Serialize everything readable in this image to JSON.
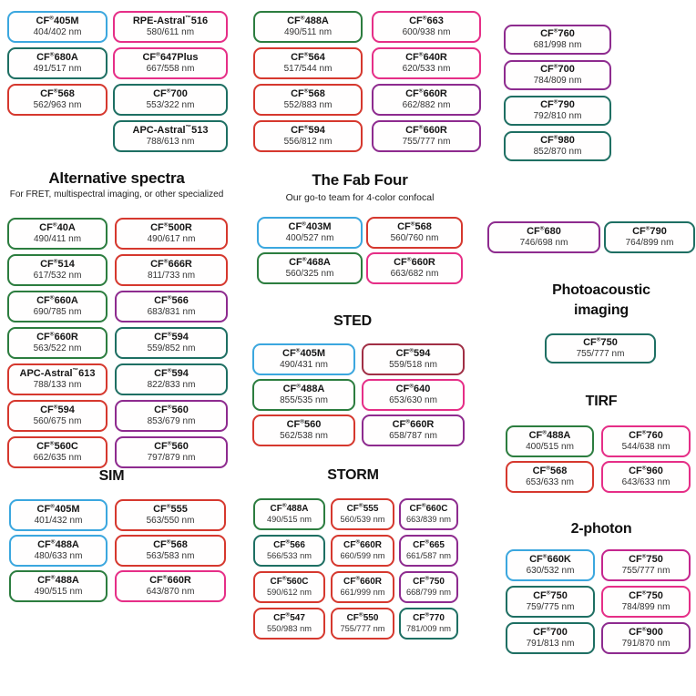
{
  "palette": {
    "blue": "#3BA7DF",
    "green": "#2C7D3F",
    "teal": "#1E6F63",
    "red": "#D6382E",
    "pink": "#E62E87",
    "magenta": "#C5268E",
    "purple": "#8E2B8F",
    "maroon": "#A12F45"
  },
  "headings": {
    "alt": {
      "title": "Alternative spectra",
      "subtitle": "For FRET, multispectral imaging, or other specialized"
    },
    "fab": {
      "title": "The Fab Four",
      "subtitle": "Our go-to team for 4-color confocal"
    },
    "photoacoustic": {
      "title_line1": "Photoacoustic",
      "title_line2": "imaging"
    },
    "sted": {
      "title": "STED"
    },
    "sim": {
      "title": "SIM"
    },
    "storm": {
      "title": "STORM"
    },
    "tirf": {
      "title": "TIRF"
    },
    "twophoton": {
      "title": "2-photon"
    }
  },
  "groups": {
    "top_col_a": [
      {
        "name": "CF®405M",
        "value": "404/402 nm",
        "color": "blue"
      },
      {
        "name": "CF®680A",
        "value": "491/517 nm",
        "color": "teal"
      },
      {
        "name": "CF®568",
        "value": "562/963 nm",
        "color": "red"
      }
    ],
    "top_col_b": [
      {
        "name": "RPE-Astral™516",
        "value": "580/611 nm",
        "color": "pink"
      },
      {
        "name": "CF®647Plus",
        "value": "667/558 nm",
        "color": "pink"
      },
      {
        "name": "CF®700",
        "value": "553/322 nm",
        "color": "teal"
      },
      {
        "name": "APC-Astral™513",
        "value": "788/613 nm",
        "color": "teal"
      }
    ],
    "top_col_c": [
      {
        "name": "CF®488A",
        "value": "490/511 nm",
        "color": "green"
      },
      {
        "name": "CF®564",
        "value": "517/544 nm",
        "color": "red"
      },
      {
        "name": "CF®568",
        "value": "552/883 nm",
        "color": "red"
      },
      {
        "name": "CF®594",
        "value": "556/812 nm",
        "color": "red"
      }
    ],
    "top_col_d": [
      {
        "name": "CF®663",
        "value": "600/938 nm",
        "color": "pink"
      },
      {
        "name": "CF®640R",
        "value": "620/533 nm",
        "color": "pink"
      },
      {
        "name": "CF®660R",
        "value": "662/882 nm",
        "color": "purple"
      },
      {
        "name": "CF®660R",
        "value": "755/777 nm",
        "color": "purple"
      }
    ],
    "top_col_e": [
      {
        "name": "CF®760",
        "value": "681/998 nm",
        "color": "purple"
      },
      {
        "name": "CF®700",
        "value": "784/809 nm",
        "color": "purple"
      },
      {
        "name": "CF®790",
        "value": "792/810 nm",
        "color": "teal"
      },
      {
        "name": "CF®980",
        "value": "852/870 nm",
        "color": "teal"
      }
    ],
    "alt_col_1": [
      {
        "name": "CF®40A",
        "value": "490/411 nm",
        "color": "green"
      },
      {
        "name": "CF®514",
        "value": "617/532 nm",
        "color": "green"
      },
      {
        "name": "CF®660A",
        "value": "690/785 nm",
        "color": "green"
      },
      {
        "name": "CF®660R",
        "value": "563/522 nm",
        "color": "green"
      },
      {
        "name": "APC-Astral™613",
        "value": "788/133 nm",
        "color": "red"
      },
      {
        "name": "CF®594",
        "value": "560/675 nm",
        "color": "red"
      },
      {
        "name": "CF®560C",
        "value": "662/635 nm",
        "color": "red"
      }
    ],
    "alt_col_2": [
      {
        "name": "CF®500R",
        "value": "490/617 nm",
        "color": "red"
      },
      {
        "name": "CF®666R",
        "value": "811/733 nm",
        "color": "red"
      },
      {
        "name": "CF®566",
        "value": "683/831 nm",
        "color": "purple"
      },
      {
        "name": "CF®594",
        "value": "559/852 nm",
        "color": "teal"
      },
      {
        "name": "CF®594",
        "value": "822/833 nm",
        "color": "teal"
      },
      {
        "name": "CF®560",
        "value": "853/679 nm",
        "color": "purple"
      },
      {
        "name": "CF®560",
        "value": "797/879 nm",
        "color": "purple"
      }
    ],
    "fab_col_1": [
      {
        "name": "CF®403M",
        "value": "400/527 nm",
        "color": "blue"
      },
      {
        "name": "CF®468A",
        "value": "560/325 nm",
        "color": "green"
      }
    ],
    "fab_col_2": [
      {
        "name": "CF®568",
        "value": "560/760 nm",
        "color": "red"
      },
      {
        "name": "CF®660R",
        "value": "663/682 nm",
        "color": "pink"
      }
    ],
    "pair_1": [
      {
        "name": "CF®680",
        "value": "746/698 nm",
        "color": "purple"
      }
    ],
    "pair_2": [
      {
        "name": "CF®790",
        "value": "764/899 nm",
        "color": "teal"
      }
    ],
    "pa_box": [
      {
        "name": "CF®750",
        "value": "755/777 nm",
        "color": "teal"
      }
    ],
    "sted_col_1": [
      {
        "name": "CF®405M",
        "value": "490/431 nm",
        "color": "blue"
      },
      {
        "name": "CF®488A",
        "value": "855/535 nm",
        "color": "green"
      },
      {
        "name": "CF®560",
        "value": "562/538 nm",
        "color": "red"
      }
    ],
    "sted_col_2": [
      {
        "name": "CF®594",
        "value": "559/518 nm",
        "color": "maroon"
      },
      {
        "name": "CF®640",
        "value": "653/630 nm",
        "color": "pink"
      },
      {
        "name": "CF®660R",
        "value": "658/787 nm",
        "color": "purple"
      }
    ],
    "sim_col_1": [
      {
        "name": "CF®405M",
        "value": "401/432 nm",
        "color": "blue"
      },
      {
        "name": "CF®488A",
        "value": "480/633 nm",
        "color": "blue"
      },
      {
        "name": "CF®488A",
        "value": "490/515 nm",
        "color": "green"
      }
    ],
    "sim_col_2": [
      {
        "name": "CF®555",
        "value": "563/550 nm",
        "color": "red"
      },
      {
        "name": "CF®568",
        "value": "563/583 nm",
        "color": "red"
      },
      {
        "name": "CF®660R",
        "value": "643/870 nm",
        "color": "pink"
      }
    ],
    "storm_col_1": [
      {
        "name": "CF®488A",
        "value": "490/515 nm",
        "color": "green"
      },
      {
        "name": "CF®566",
        "value": "566/533 nm",
        "color": "teal"
      },
      {
        "name": "CF®560C",
        "value": "590/612 nm",
        "color": "red"
      },
      {
        "name": "CF®547",
        "value": "550/983 nm",
        "color": "red"
      }
    ],
    "storm_col_2": [
      {
        "name": "CF®555",
        "value": "560/539 nm",
        "color": "red"
      },
      {
        "name": "CF®660R",
        "value": "660/599 nm",
        "color": "red"
      },
      {
        "name": "CF®660R",
        "value": "661/999 nm",
        "color": "red"
      },
      {
        "name": "CF®550",
        "value": "755/777 nm",
        "color": "red"
      }
    ],
    "storm_col_3": [
      {
        "name": "CF®660C",
        "value": "663/839 nm",
        "color": "purple"
      },
      {
        "name": "CF®665",
        "value": "661/587 nm",
        "color": "purple"
      },
      {
        "name": "CF®750",
        "value": "668/799 nm",
        "color": "purple"
      },
      {
        "name": "CF®770",
        "value": "781/009 nm",
        "color": "teal"
      }
    ],
    "tirf_col_1": [
      {
        "name": "CF®488A",
        "value": "400/515 nm",
        "color": "green"
      },
      {
        "name": "CF®568",
        "value": "653/633 nm",
        "color": "red"
      }
    ],
    "tirf_col_2": [
      {
        "name": "CF®760",
        "value": "544/638 nm",
        "color": "pink"
      },
      {
        "name": "CF®960",
        "value": "643/633 nm",
        "color": "pink"
      }
    ],
    "tp_col_1": [
      {
        "name": "CF®660K",
        "value": "630/532 nm",
        "color": "blue"
      },
      {
        "name": "CF®750",
        "value": "759/775 nm",
        "color": "teal"
      },
      {
        "name": "CF®700",
        "value": "791/813 nm",
        "color": "teal"
      }
    ],
    "tp_col_2": [
      {
        "name": "CF®750",
        "value": "755/777 nm",
        "color": "magenta"
      },
      {
        "name": "CF®750",
        "value": "784/899 nm",
        "color": "pink"
      },
      {
        "name": "CF®900",
        "value": "791/870 nm",
        "color": "purple"
      }
    ]
  }
}
